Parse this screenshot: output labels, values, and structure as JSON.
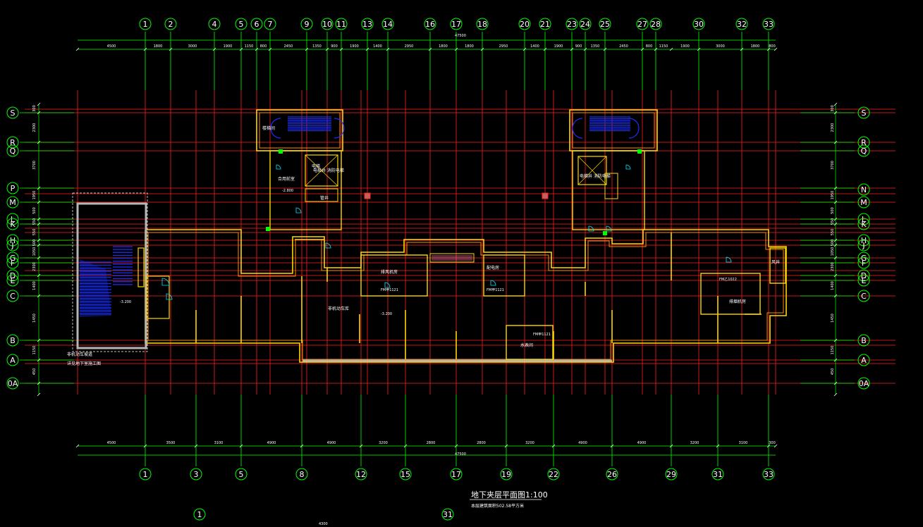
{
  "drawing": {
    "title": "地下夹层平面图1:100",
    "subtitle": "本层建筑面积502.58平方米",
    "overall_dim": "47500",
    "bottom_fragment": "4300"
  },
  "colors": {
    "background": "#000000",
    "axis_red": "#ff2020",
    "axis_green": "#00ff00",
    "dim_white": "#ffffff",
    "wall_yellow": "#ffd700",
    "wall_orange": "#ff8c00",
    "stair_blue": "#1a2fff",
    "door_cyan": "#00e5ff",
    "fill_gray": "#b5b5b5",
    "hatch_pink": "#ff7fb0"
  },
  "axes": {
    "top_labels": [
      "1",
      "2",
      "4",
      "5",
      "6",
      "7",
      "9",
      "10",
      "11",
      "13",
      "14",
      "16",
      "17",
      "18",
      "20",
      "21",
      "23",
      "24",
      "25",
      "27",
      "28",
      "30",
      "32",
      "33"
    ],
    "bottom_labels": [
      "1",
      "3",
      "5",
      "8",
      "12",
      "15",
      "17",
      "19",
      "22",
      "26",
      "29",
      "31",
      "33"
    ],
    "left_labels": [
      "S",
      "R",
      "Q",
      "P",
      "M",
      "L",
      "K",
      "H",
      "J",
      "G",
      "F",
      "D",
      "E",
      "C",
      "B",
      "A",
      "0A"
    ],
    "right_labels": [
      "S",
      "R",
      "Q",
      "N",
      "M",
      "L",
      "K",
      "H",
      "J",
      "G",
      "F",
      "D",
      "E",
      "C",
      "B",
      "A",
      "0A"
    ],
    "extra_bottom_labels": [
      "1",
      "31"
    ]
  },
  "dimensions": {
    "top": [
      "4500",
      "1800",
      "3000",
      "1900",
      "1150",
      "800",
      "2450",
      "1350",
      "900",
      "1900",
      "1400",
      "2950",
      "1800",
      "1800",
      "2950",
      "1400",
      "1900",
      "900",
      "1350",
      "2450",
      "800",
      "1150",
      "1900",
      "3000",
      "1800",
      "800"
    ],
    "bottom": [
      "4500",
      "3500",
      "3100",
      "4900",
      "4900",
      "3200",
      "2800",
      "2800",
      "3200",
      "4900",
      "4900",
      "3200",
      "3100",
      "300"
    ],
    "left": [
      "300",
      "2300",
      "3700",
      "1950",
      "500",
      "550",
      "550",
      "500",
      "1050",
      "2300",
      "1400",
      "1450",
      "1150",
      "450"
    ],
    "right": [
      "300",
      "2300",
      "3700",
      "1950",
      "500",
      "550",
      "550",
      "500",
      "1050",
      "2300",
      "1400",
      "1450",
      "1150",
      "450"
    ]
  },
  "rooms": [
    {
      "id": "stair-left",
      "label": "楼梯间"
    },
    {
      "id": "shaft-left",
      "label": "管井"
    },
    {
      "id": "elevator-left",
      "label": "电梯"
    },
    {
      "id": "fire-room-left",
      "label": "合用前室"
    },
    {
      "id": "fan-room",
      "label": "排风机房"
    },
    {
      "id": "main-hall",
      "label": "非机动车库"
    },
    {
      "id": "elec-room",
      "label": "配电房"
    },
    {
      "id": "water-room",
      "label": "水表间"
    },
    {
      "id": "exhaust-right",
      "label": "排烟机房"
    },
    {
      "id": "wind-well",
      "label": "风井"
    },
    {
      "id": "note-1",
      "label": "非机动车坡道"
    },
    {
      "id": "note-2",
      "label": "详见地下室施工图"
    },
    {
      "id": "elev-note-left",
      "label": "电梯井 消防电梯"
    },
    {
      "id": "elev-note-right",
      "label": "电梯井 消防电梯"
    }
  ],
  "tags": {
    "door_fm": "FM甲1121",
    "door_fm2": "FM乙1022",
    "level_1": "-3.200",
    "level_2": "-2.800",
    "level_3": "-3.200"
  }
}
